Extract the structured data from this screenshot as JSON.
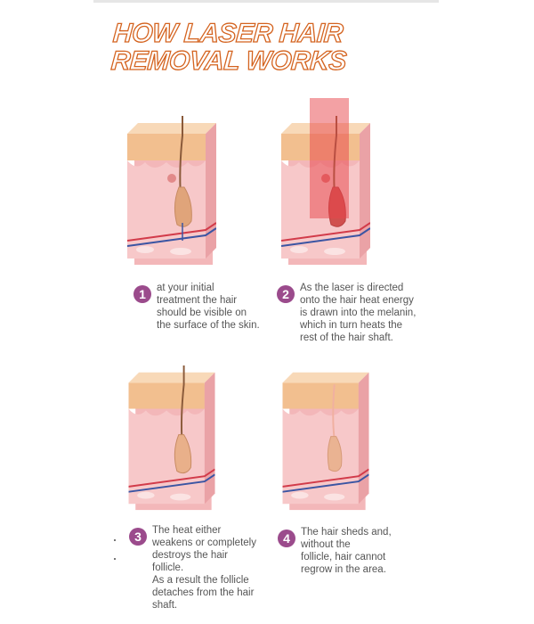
{
  "title": {
    "line1": "HOW LASER HAIR",
    "line2": "REMOVAL WORKS"
  },
  "colors": {
    "title_outline": "#d4631f",
    "step_badge": "#9b4b8c",
    "skin_top": "#f3c49a",
    "skin_body": "#f6c3c3",
    "laser": "#e8444a"
  },
  "steps": [
    {
      "number": "1",
      "lines": [
        "at your initial",
        "treatment the hair",
        "should be visible on",
        "the surface of the skin."
      ]
    },
    {
      "number": "2",
      "lines": [
        "As the laser is directed",
        "onto the hair heat energy",
        "is drawn into the melanin,",
        "which in turn heats the",
        "rest of the hair shaft."
      ]
    },
    {
      "number": "3",
      "lines": [
        "The heat either",
        "weakens or completely",
        "destroys the hair",
        "follicle.",
        "As a result the follicle",
        "detaches from the hair",
        "shaft."
      ]
    },
    {
      "number": "4",
      "lines": [
        "The hair sheds and,",
        "without the",
        "follicle, hair cannot",
        "regrow in the area."
      ]
    }
  ]
}
